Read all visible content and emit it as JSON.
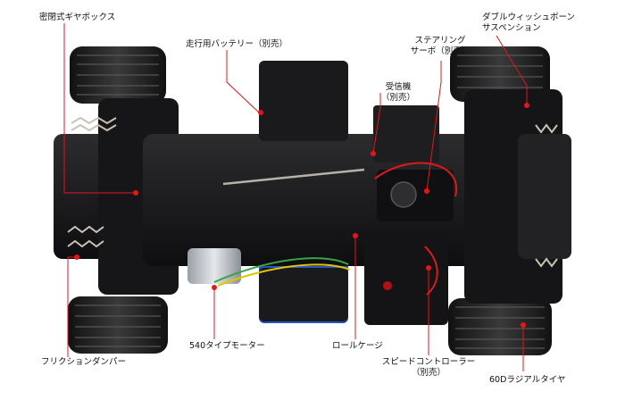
{
  "labels": {
    "sealed_gearbox": "密閉式ギヤボックス",
    "battery": "走行用バッテリー（別売）",
    "steering_servo_line1": "ステアリング",
    "steering_servo_line2": "サーボ（別売）",
    "receiver_line1": "受信機",
    "receiver_line2": "（別売）",
    "wishbone_line1": "ダブルウィッシュボーン",
    "wishbone_line2": "サスペンション",
    "motor": "540タイプモーター",
    "roll_cage": "ロールケージ",
    "esc_line1": "スピードコントローラー",
    "esc_line2": "（別売）",
    "friction_damper": "フリクションダンパー",
    "tire": "60Dラジアルタイヤ"
  },
  "colors": {
    "leader_line": "#e8141b",
    "chassis": "#1c1c1e",
    "battery_blue": "#1f4fb8",
    "tire": "#232323"
  },
  "icons": [
    "red-dot-marker"
  ]
}
